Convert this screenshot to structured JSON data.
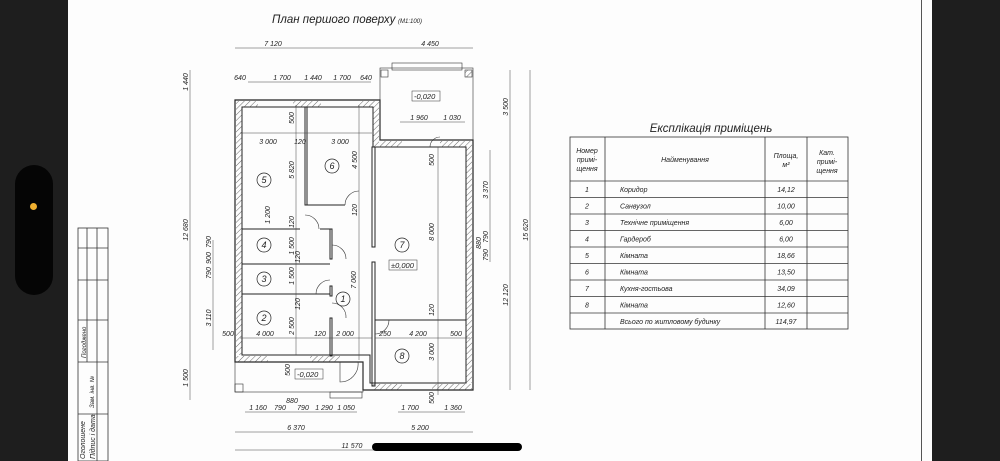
{
  "plan": {
    "title": "План першого поверху",
    "scale": "(М1:100)",
    "levels": {
      "porch_top": "-0,020",
      "porch_bottom": "-0,020",
      "floor": "±0,000"
    },
    "rooms": [
      "1",
      "2",
      "3",
      "4",
      "5",
      "6",
      "7",
      "8"
    ],
    "dims": {
      "top_total_left": "7 120",
      "top_total_right": "4 450",
      "top_640a": "640",
      "top_1700a": "1 700",
      "top_1440": "1 440",
      "top_1700b": "1 700",
      "top_640b": "640",
      "porch_1960": "1 960",
      "porch_1030": "1 030",
      "left_1440": "1 440",
      "left_12680": "12 680",
      "left_1500": "1 500",
      "left_3110": "3 110",
      "left_790a": "790",
      "left_900": "900",
      "left_790b": "790",
      "right_3500": "3 500",
      "right_3370": "3 370",
      "right_790a": "790",
      "right_880": "880",
      "right_790b": "790",
      "right_12120": "12 120",
      "right_15620": "15 620",
      "bot_1160": "1 160",
      "bot_790a": "790",
      "bot_880": "880",
      "bot_790b": "790",
      "bot_1290": "1 290",
      "bot_1050": "1 050",
      "bot_1700": "1 700",
      "bot_1360": "1 360",
      "bot_6370": "6 370",
      "bot_5200": "5 200",
      "bot_11570": "11 570",
      "in_500a": "500",
      "in_3000a": "3 000",
      "in_120a": "120",
      "in_3000b": "3 000",
      "in_4500": "4 500",
      "in_5820": "5 820",
      "in_1200": "1 200",
      "in_120b": "120",
      "in_120c": "120",
      "in_1500a": "1 500",
      "in_120d": "120",
      "in_1500b": "1 500",
      "in_120e": "120",
      "in_2500": "2 500",
      "in_500b": "500",
      "in_4000": "4 000",
      "in_120f": "120",
      "in_2000": "2 000",
      "in_7060": "7 060",
      "in_500c": "500",
      "in_500d": "500",
      "in_8000": "8 000",
      "in_120g": "120",
      "in_250": "250",
      "in_4200": "4 200",
      "in_500e": "500",
      "in_3000c": "3 000",
      "in_500f": "500"
    }
  },
  "stamp": {
    "approved": "Погоджено",
    "inv": "Зам. інв. №",
    "sign": "Підпис і дата",
    "cut": "Оголошене"
  },
  "table": {
    "title": "Експлікація приміщень",
    "headers": {
      "num": "Номер примі- щення",
      "num_l1": "Номер",
      "num_l2": "примі-",
      "num_l3": "щення",
      "name": "Найменування",
      "area_l1": "Площа,",
      "area_l2": "м²",
      "cat_l1": "Кат.",
      "cat_l2": "примі-",
      "cat_l3": "щення"
    },
    "rows": [
      {
        "num": "1",
        "name": "Коридор",
        "area": "14,12"
      },
      {
        "num": "2",
        "name": "Санвузол",
        "area": "10,00"
      },
      {
        "num": "3",
        "name": "Технічне приміщення",
        "area": "6,00"
      },
      {
        "num": "4",
        "name": "Гардероб",
        "area": "6,00"
      },
      {
        "num": "5",
        "name": "Кімната",
        "area": "18,66"
      },
      {
        "num": "6",
        "name": "Кімната",
        "area": "13,50"
      },
      {
        "num": "7",
        "name": "Кухня-гостьова",
        "area": "34,09"
      },
      {
        "num": "8",
        "name": "Кімната",
        "area": "12,60"
      }
    ],
    "total": {
      "name": "Всього по житловому будинку",
      "area": "114,97"
    }
  }
}
